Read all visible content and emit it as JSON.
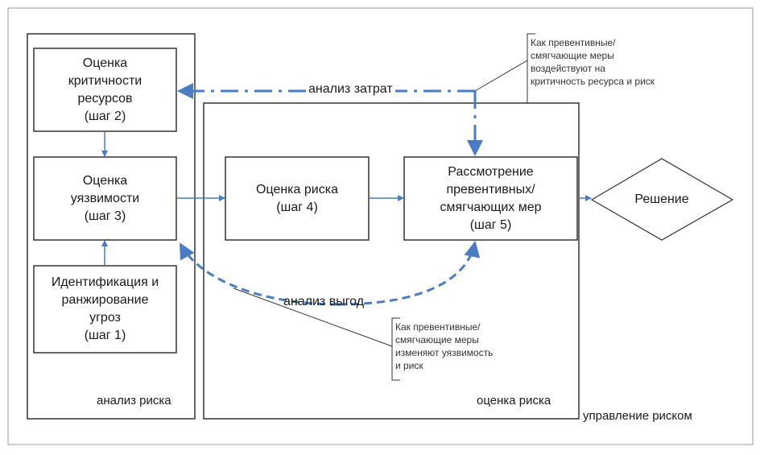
{
  "diagram": {
    "step2": "Оценка\nкритичности\nресурсов\n(шаг 2)",
    "step3": "Оценка\nуязвимости\n(шаг 3)",
    "step1": "Идентификация и\nранжирование\nугроз\n(шаг 1)",
    "step4": "Оценка риска\n(шаг 4)",
    "step5": "Рассмотрение\nпревентивных/\nсмягчающих мер\n(шаг 5)",
    "decision": "Решение",
    "cost_analysis": "анализ затрат",
    "benefit_analysis": "анализ выгод",
    "callout_top": "Как превентивные/\nсмягчающие меры\nвоздействуют на\nкритичность ресурса и риск",
    "callout_bottom": "Как превентивные/\nсмягчающие меры\nизменяют уязвимость\nи риск",
    "group_risk_analysis": "анализ риска",
    "group_risk_assessment": "оценка риска",
    "group_risk_management": "управление  риском",
    "colors": {
      "arrow": "#4a7cc4",
      "border": "#333333"
    }
  }
}
